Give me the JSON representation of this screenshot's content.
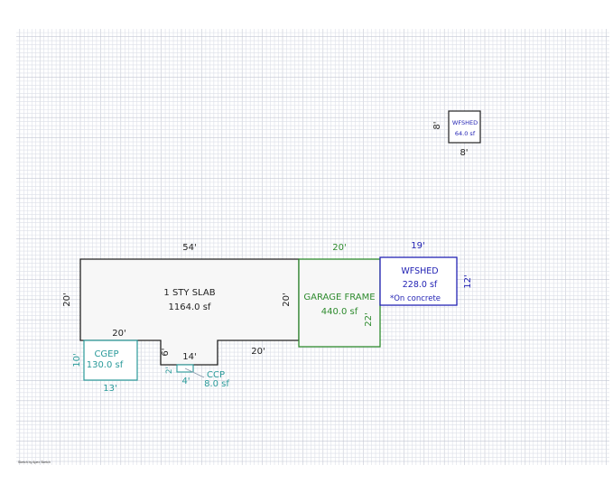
{
  "credit": "Sketch by Apex Sketch",
  "colors": {
    "main": "#222222",
    "garage": "#2e8b2e",
    "shed": "#2323b4",
    "porch": "#2a9a9a",
    "grid_minor": "#dcdfe8",
    "grid_major": "#c4c8d4"
  },
  "areas": [
    {
      "id": "slab",
      "label": "1 STY SLAB",
      "area": "1164.0 sf",
      "color_key": "main",
      "dims": [
        {
          "text": "54'",
          "side": "top"
        },
        {
          "text": "20'",
          "side": "left"
        },
        {
          "text": "20'",
          "side": "right"
        },
        {
          "text": "20'",
          "side": "bottom-left"
        },
        {
          "text": "6'",
          "side": "notch-left"
        },
        {
          "text": "14'",
          "side": "notch-bottom"
        },
        {
          "text": "20'",
          "side": "bottom-right"
        }
      ]
    },
    {
      "id": "garage",
      "label": "GARAGE FRAME",
      "area": "440.0 sf",
      "color_key": "garage",
      "dims": [
        {
          "text": "20'",
          "side": "top"
        },
        {
          "text": "22'",
          "side": "right"
        }
      ]
    },
    {
      "id": "shed-large",
      "label": "WFSHED",
      "area": "228.0 sf",
      "note": "*On concrete",
      "color_key": "shed",
      "dims": [
        {
          "text": "19'",
          "side": "top"
        },
        {
          "text": "12'",
          "side": "right"
        }
      ]
    },
    {
      "id": "shed-small",
      "label": "WFSHED",
      "area": "64.0 sf",
      "color_key": "main",
      "dims": [
        {
          "text": "8'",
          "side": "left"
        },
        {
          "text": "8'",
          "side": "bottom"
        }
      ]
    },
    {
      "id": "cgep",
      "label": "CGEP",
      "area": "130.0 sf",
      "color_key": "porch",
      "dims": [
        {
          "text": "10'",
          "side": "left"
        },
        {
          "text": "13'",
          "side": "bottom"
        }
      ]
    },
    {
      "id": "ccp",
      "label": "CCP",
      "area": "8.0 sf",
      "color_key": "porch",
      "dims": [
        {
          "text": "2'",
          "side": "left"
        },
        {
          "text": "4'",
          "side": "bottom"
        }
      ]
    }
  ]
}
